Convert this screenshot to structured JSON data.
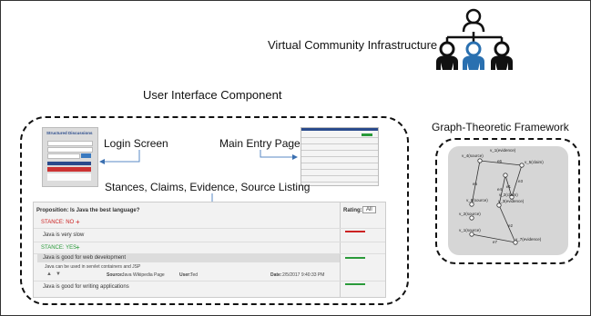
{
  "infrastructure": {
    "title": "Virtual Community Infrastructure"
  },
  "ui_component": {
    "title": "User Interface Component",
    "login_label": "Login Screen",
    "main_entry_label": "Main Entry Page",
    "listing_label": "Stances, Claims, Evidence, Source Listing",
    "login_screen": {
      "header": "Structured Discussions"
    },
    "listing": {
      "proposition": "Proposition: Is Java the best language?",
      "rating_label": "Rating:",
      "rating_value": "All",
      "stance_no": "STANCE: NO",
      "claim_no": "Java is very slow",
      "stance_yes": "STANCE: YES",
      "claim_yes_1": "Java is good for web development",
      "claim_yes_1_detail": "Java can be used in servlet containers and JSP",
      "source_label": "Source:",
      "source_value": "Java Wikipedia Page",
      "user_label": "User:",
      "user_value": "Ted",
      "date_label": "Date:",
      "date_value": "2/5/2017 9:40:33 PM",
      "claim_yes_2": "Java is good for writing applications"
    },
    "colors": {
      "no": "#cc2222",
      "yes": "#2a9a3a"
    }
  },
  "graph": {
    "title": "Graph-Theoretic Framework",
    "nodes": [
      "v_1(evidence)",
      "v_4(source)",
      "v_5(claim)",
      "v_2(claim)",
      "v_3(evidence)",
      "v_6(source)",
      "v_2(source)",
      "v_1(source)",
      "v_7(evidence)"
    ],
    "edges": [
      "e6",
      "e5",
      "e3",
      "e1",
      "e4",
      "e2",
      "e7"
    ]
  }
}
